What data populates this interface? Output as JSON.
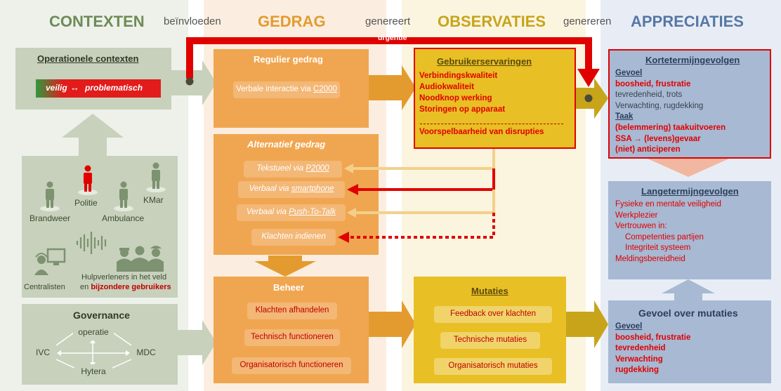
{
  "headers": {
    "contexten": "CONTEXTEN",
    "verb1": "beïnvloeden",
    "gedrag": "GEDRAG",
    "verb2": "genereert",
    "observaties": "OBSERVATIES",
    "verb3": "genereren",
    "appreciaties": "APPRECIATIES"
  },
  "urgentie": "urgentie",
  "contexten": {
    "operationeel_title": "Operationele contexten",
    "gradient_left": "veilig",
    "gradient_arrow": "↔",
    "gradient_right": "problematisch",
    "actors": [
      "Brandweer",
      "Politie",
      "Ambulance",
      "KMar"
    ],
    "centralisten": "Centralisten",
    "hulp_line1": "Hulpverleners in het veld",
    "hulp_en": "en",
    "hulp_bijzonder": "bijzondere gebruikers",
    "governance_title": "Governance",
    "gov_nodes": {
      "top": "operatie",
      "left": "IVC",
      "right": "MDC",
      "bottom": "Hytera"
    }
  },
  "gedrag": {
    "regulier_title": "Regulier gedrag",
    "regulier_item_prefix": "Verbale interactie via",
    "regulier_item_link": "C2000",
    "alternatief_title": "Alternatief gedrag",
    "alt_items": [
      {
        "prefix": "Tekstueel via",
        "link": "P2000"
      },
      {
        "prefix": "Verbaal via",
        "link": "smartphone"
      },
      {
        "prefix": "Verbaal via",
        "link": "Push-To-Talk"
      },
      {
        "prefix": "Klachten indienen",
        "link": ""
      }
    ],
    "beheer_title": "Beheer",
    "beheer_items": [
      "Klachten afhandelen",
      "Technisch functioneren",
      "Organisatorisch functioneren"
    ]
  },
  "observaties": {
    "ervaringen_title": "Gebruikerservaringen",
    "ervaringen_items": [
      "Verbindingskwaliteit",
      "Audiokwaliteit",
      "Noodknop werking",
      "Storingen op apparaat"
    ],
    "ervaringen_extra": "Voorspelbaarheid van disrupties",
    "mutaties_title": "Mutaties",
    "mutaties_items": [
      "Feedback over klachten",
      "Technische mutaties",
      "Organisatorisch mutaties"
    ]
  },
  "appreciaties": {
    "kort_title": "Kortetermijngevolgen",
    "kort_lines": [
      {
        "text": "Gevoel",
        "style": "head"
      },
      {
        "text": "boosheid, frustratie",
        "style": "red"
      },
      {
        "text": "tevredenheid, trots",
        "style": "gray"
      },
      {
        "text": "Verwachting, rugdekking",
        "style": "gray"
      },
      {
        "text": "Taak",
        "style": "head"
      },
      {
        "text": "(belemmering) taakuitvoeren",
        "style": "red"
      },
      {
        "text": "SSA → (levens)gevaar",
        "style": "red"
      },
      {
        "text": "(niet) anticiperen",
        "style": "red"
      }
    ],
    "lang_title": "Langetermijngevolgen",
    "lang_lines": [
      {
        "text": "Fysieke en mentale veiligheid",
        "indent": false
      },
      {
        "text": "Werkplezier",
        "indent": false
      },
      {
        "text": "Vertrouwen in:",
        "indent": false
      },
      {
        "text": "Competenties partijen",
        "indent": true
      },
      {
        "text": "Integriteit systeem",
        "indent": true
      },
      {
        "text": "Meldingsbereidheid",
        "indent": false
      }
    ],
    "mut_title": "Gevoel over mutaties",
    "mut_lines": [
      {
        "text": "Gevoel",
        "style": "head"
      },
      {
        "text": "boosheid, frustratie",
        "style": "red"
      },
      {
        "text": "tevredenheid",
        "style": "red"
      },
      {
        "text": "Verwachting",
        "style": "red"
      },
      {
        "text": "rugdekking",
        "style": "red"
      }
    ]
  },
  "colors": {
    "green": "#6e8b57",
    "orange": "#e39b30",
    "gold": "#c8a41a",
    "blue": "#5677a6",
    "red": "#e00000"
  }
}
